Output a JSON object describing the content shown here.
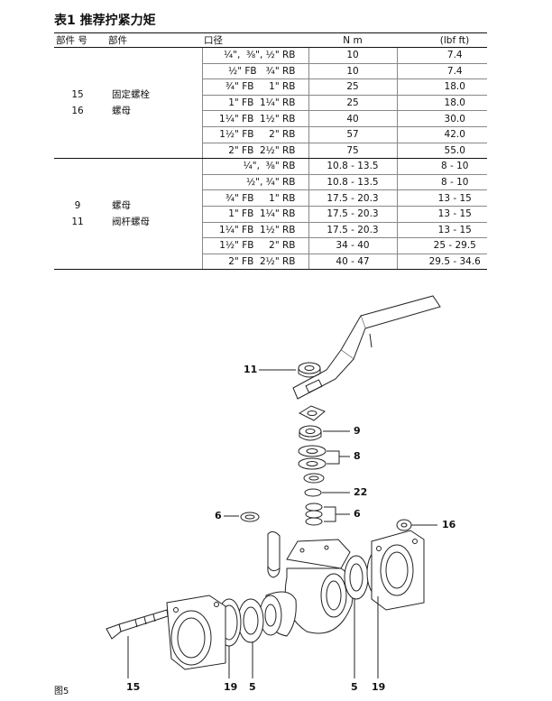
{
  "title": "表1 推荐拧紧力矩",
  "headers": {
    "part_no": "部件 号",
    "part": "部件",
    "size": "口径",
    "nm": "N m",
    "lbf": "(lbf ft)"
  },
  "group1": {
    "parts": [
      {
        "no": "15",
        "name": "固定螺栓"
      },
      {
        "no": "16",
        "name": "螺母"
      }
    ],
    "rows": [
      {
        "size": "¼\",  ⅜\", ½\" RB",
        "nm": "10",
        "lbf": "7.4"
      },
      {
        "size": "½\" FB   ¾\" RB",
        "nm": "10",
        "lbf": "7.4"
      },
      {
        "size": "¾\" FB     1\" RB",
        "nm": "25",
        "lbf": "18.0"
      },
      {
        "size": "1\" FB  1¼\" RB",
        "nm": "25",
        "lbf": "18.0"
      },
      {
        "size": "1¼\" FB  1½\" RB",
        "nm": "40",
        "lbf": "30.0"
      },
      {
        "size": "1½\" FB     2\" RB",
        "nm": "57",
        "lbf": "42.0"
      },
      {
        "size": "2\" FB  2½\" RB",
        "nm": "75",
        "lbf": "55.0"
      }
    ]
  },
  "group2": {
    "parts": [
      {
        "no": "9",
        "name": "螺母"
      },
      {
        "no": "11",
        "name": "阀杆螺母"
      }
    ],
    "rows": [
      {
        "size": "¼\",  ⅜\" RB",
        "nm": "10.8 - 13.5",
        "lbf": "8 - 10"
      },
      {
        "size": "½\", ¾\" RB",
        "nm": "10.8 - 13.5",
        "lbf": "8 - 10"
      },
      {
        "size": "¾\" FB     1\" RB",
        "nm": "17.5 - 20.3",
        "lbf": "13 - 15"
      },
      {
        "size": "1\" FB  1¼\" RB",
        "nm": "17.5 - 20.3",
        "lbf": "13 - 15"
      },
      {
        "size": "1¼\" FB  1½\" RB",
        "nm": "17.5 - 20.3",
        "lbf": "13 - 15"
      },
      {
        "size": "1½\" FB     2\" RB",
        "nm": "34 - 40",
        "lbf": "25 - 29.5"
      },
      {
        "size": "2\" FB  2½\" RB",
        "nm": "40 - 47",
        "lbf": "29.5 - 34.6"
      }
    ]
  },
  "callouts": {
    "c11": "11",
    "c9": "9",
    "c8": "8",
    "c22": "22",
    "c6a": "6",
    "c6b": "6",
    "c16": "16",
    "c15": "15",
    "c19a": "19",
    "c5a": "5",
    "c5b": "5",
    "c19b": "19"
  },
  "figure_label": "图5"
}
